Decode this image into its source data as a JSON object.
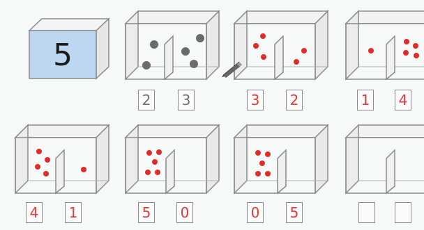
{
  "total": {
    "value": "5"
  },
  "boxes": [
    {
      "left": "2",
      "right": "3",
      "dotColor": "#6b6b6b",
      "number_color": "grey"
    },
    {
      "left": "3",
      "right": "2",
      "dotColor": "#e12b2b",
      "number_color": "red"
    },
    {
      "left": "1",
      "right": "4",
      "dotColor": "#e12b2b",
      "number_color": "red"
    },
    {
      "left": "4",
      "right": "1",
      "dotColor": "#e12b2b",
      "number_color": "red"
    },
    {
      "left": "5",
      "right": "0",
      "dotColor": "#e12b2b",
      "number_color": "red"
    },
    {
      "left": "0",
      "right": "5",
      "dotColor": "#e12b2b",
      "number_color": "red"
    },
    {
      "left": "",
      "right": "",
      "dotColor": "#e12b2b",
      "number_color": "red"
    }
  ],
  "colors": {
    "accentRed": "#e12b2b",
    "greyDot": "#6b6b6b",
    "totalBoxFill": "#bcd7ef"
  }
}
